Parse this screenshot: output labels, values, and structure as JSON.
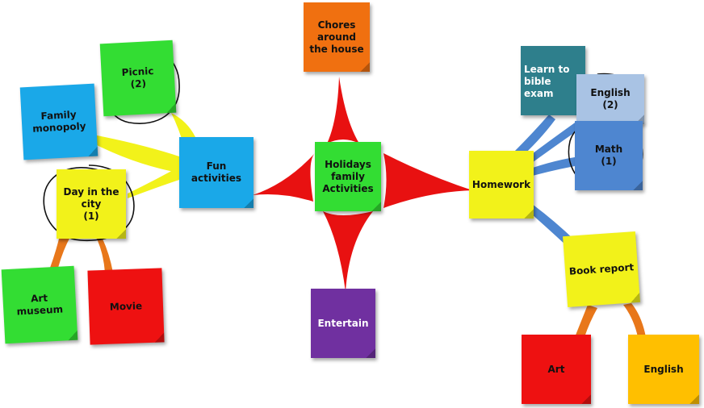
{
  "center": {
    "label": "Holidays family Activities",
    "color": "#33dd33"
  },
  "branches": {
    "chores": {
      "label": "Chores around the house",
      "color": "#f07010"
    },
    "entertain": {
      "label": "Entertain",
      "color": "#7030a0"
    },
    "fun": {
      "label": "Fun activities",
      "color": "#1aa8e8"
    },
    "homework": {
      "label": "Homework",
      "color": "#f2f21a"
    }
  },
  "fun_children": {
    "picnic": {
      "label": "Picnic\n(2)",
      "color": "#33dd33"
    },
    "family_monopoly": {
      "label": "Family monopoly",
      "color": "#1aa8e8"
    },
    "day_in_city": {
      "label": "Day in the city\n(1)",
      "color": "#f2f21a"
    }
  },
  "city_children": {
    "art_museum": {
      "label": "Art museum",
      "color": "#33dd33"
    },
    "movie": {
      "label": "Movie",
      "color": "#ee1111"
    }
  },
  "homework_children": {
    "bible": {
      "label": "Learn to bible exam",
      "color": "#2e7f8c"
    },
    "english2": {
      "label": "English\n(2)",
      "color": "#a9c3e4"
    },
    "math": {
      "label": "Math\n(1)",
      "color": "#4e86d0"
    },
    "book_report": {
      "label": "Book report",
      "color": "#f2f21a"
    }
  },
  "book_children": {
    "art": {
      "label": "Art",
      "color": "#ee1111"
    },
    "english": {
      "label": "English",
      "color": "#ffbf00"
    }
  },
  "connector_colors": {
    "center": "#e81111",
    "fun": "#f2f21a",
    "city": "#e8771a",
    "homework": "#4e86d0",
    "book": "#e8771a"
  }
}
